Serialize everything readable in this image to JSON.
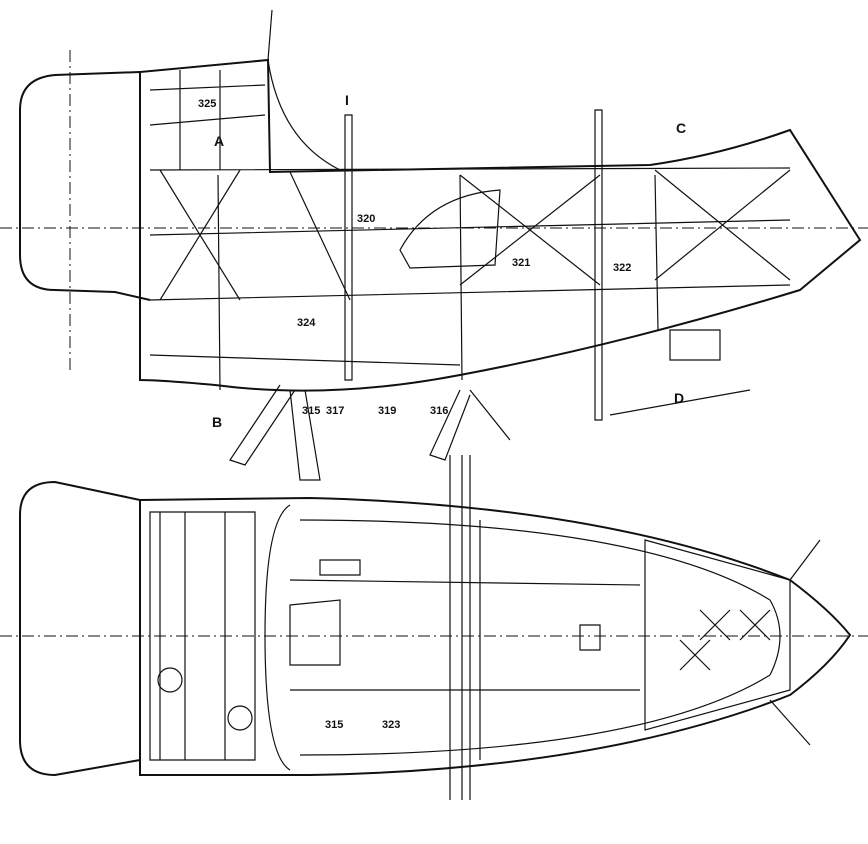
{
  "labels": {
    "l325": "325",
    "lA": "A",
    "lI": "I",
    "lC": "C",
    "l320": "320",
    "l321": "321",
    "l322": "322",
    "l324": "324",
    "lB": "B",
    "l315a": "315",
    "l317": "317",
    "l319": "319",
    "l316": "316",
    "lD": "D",
    "l315b": "315",
    "l323": "323"
  }
}
